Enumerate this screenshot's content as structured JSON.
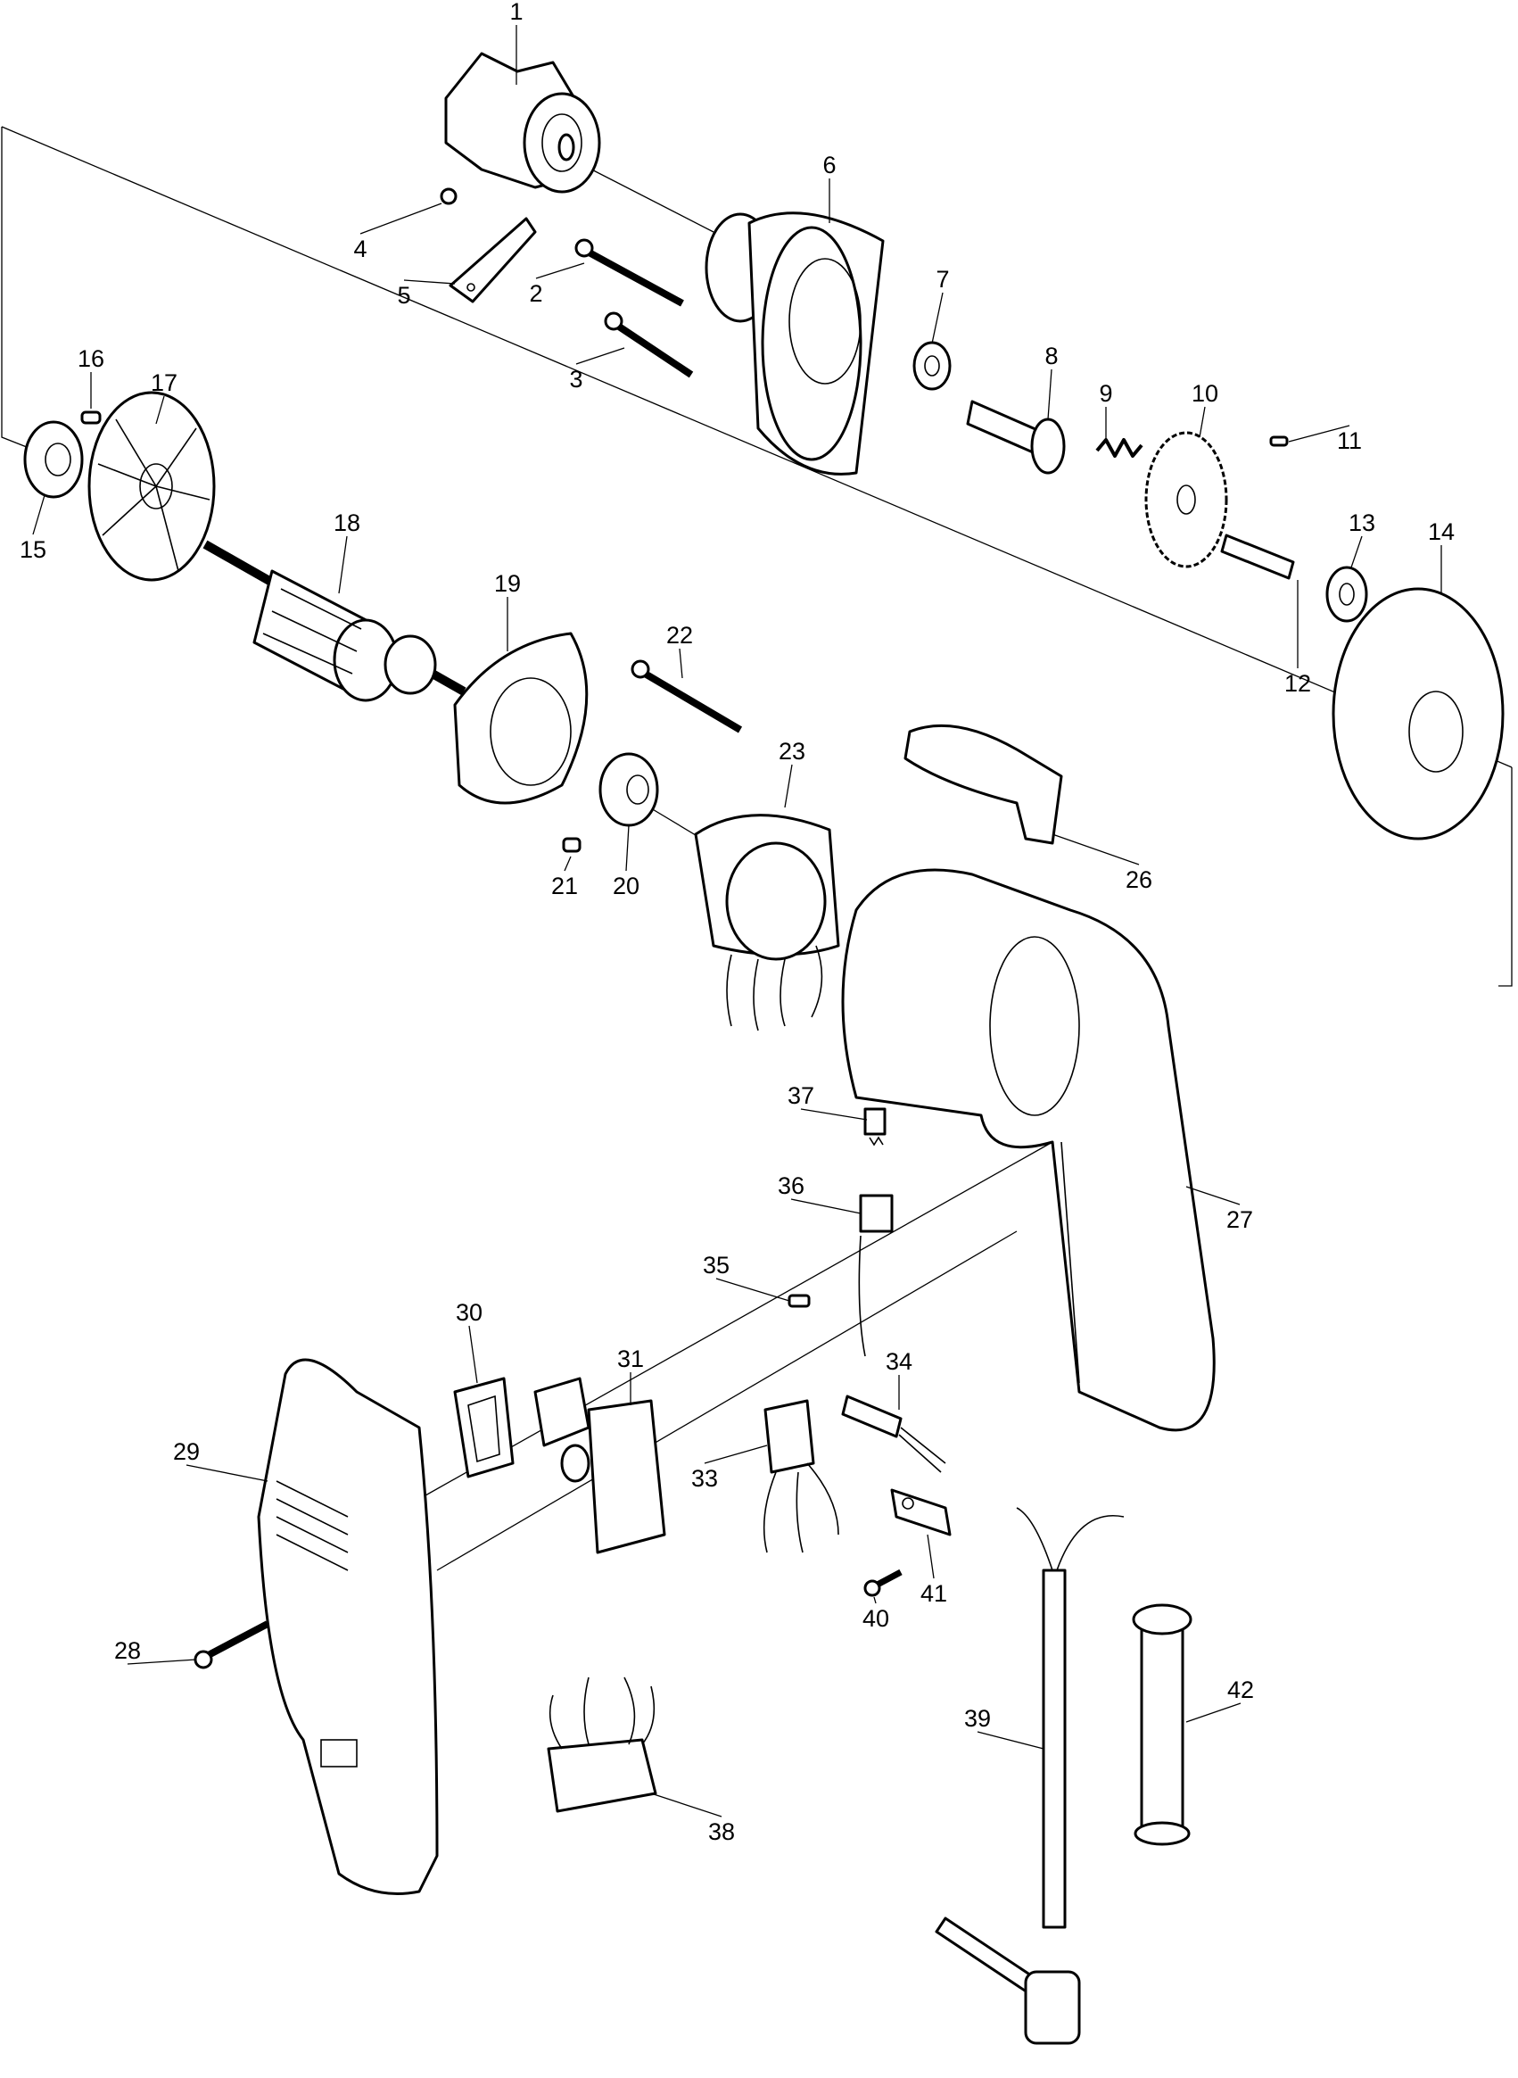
{
  "diagram": {
    "type": "exploded parts diagram",
    "callouts": [
      "1",
      "2",
      "3",
      "4",
      "5",
      "6",
      "7",
      "8",
      "9",
      "10",
      "11",
      "12",
      "13",
      "14",
      "15",
      "16",
      "17",
      "18",
      "19",
      "20",
      "21",
      "22",
      "23",
      "26",
      "27",
      "28",
      "29",
      "30",
      "31",
      "33",
      "34",
      "35",
      "36",
      "37",
      "38",
      "39",
      "40",
      "41",
      "42"
    ]
  }
}
